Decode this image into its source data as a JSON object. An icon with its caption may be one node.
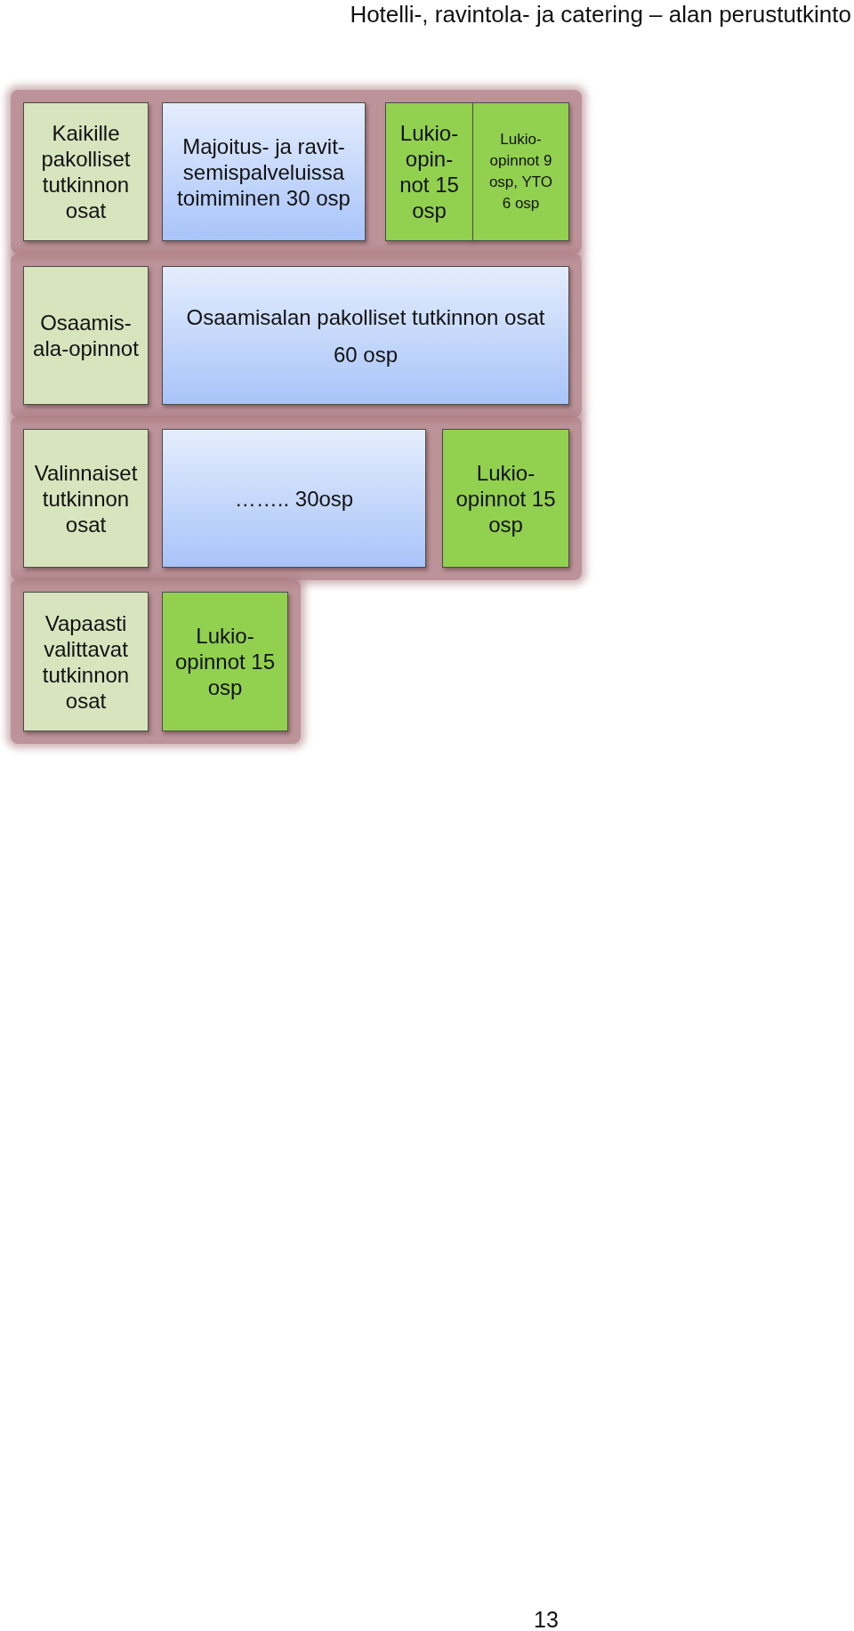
{
  "diagram": {
    "title": "Hotelli-, ravintola- ja catering – alan perustutkinto",
    "nodes": [
      {
        "text": [
          "Kaikille pakolliset tutkinnon osat"
        ]
      },
      {
        "text": [
          "Majoitus- ja ravit- semispalveluissa toimiminen 30 osp"
        ]
      },
      {
        "text": [
          "Lukio- opin- not 15 osp"
        ]
      },
      {
        "text": [
          "Lukio- opinnot 9 osp, YTO 6 osp"
        ]
      },
      {
        "text": [
          "Osaamis- ala-opinnot"
        ]
      },
      {
        "text": [
          "Osaamisalan pakolliset tutkinnon osat",
          "60 osp"
        ]
      },
      {
        "text": [
          "Valinnaiset tutkinnon osat"
        ]
      },
      {
        "text": [
          "…….. 30osp"
        ]
      },
      {
        "text": [
          "Lukio- opinnot 15 osp"
        ]
      },
      {
        "text": [
          "Vapaasti valittavat tutkinnon osat"
        ]
      },
      {
        "text": [
          "Lukio- opinnot 15 osp"
        ]
      }
    ],
    "labels": [
      "13"
    ]
  }
}
